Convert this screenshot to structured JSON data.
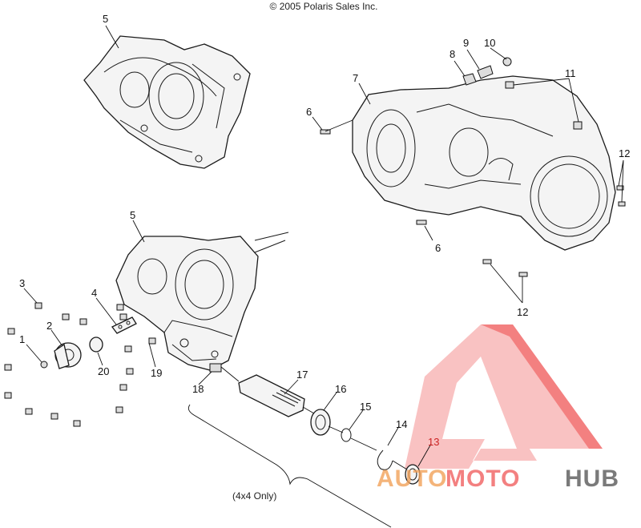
{
  "copyright": "© 2005 Polaris Sales Inc.",
  "note_4x4": "(4x4 Only)",
  "callouts": [
    {
      "id": "c5a",
      "text": "5"
    },
    {
      "id": "c5b",
      "text": "5"
    },
    {
      "id": "c7",
      "text": "7"
    },
    {
      "id": "c6a",
      "text": "6"
    },
    {
      "id": "c6b",
      "text": "6"
    },
    {
      "id": "c8",
      "text": "8"
    },
    {
      "id": "c9",
      "text": "9"
    },
    {
      "id": "c10",
      "text": "10"
    },
    {
      "id": "c11",
      "text": "11"
    },
    {
      "id": "c12a",
      "text": "12"
    },
    {
      "id": "c12b",
      "text": "12"
    },
    {
      "id": "c3",
      "text": "3"
    },
    {
      "id": "c4",
      "text": "4"
    },
    {
      "id": "c1",
      "text": "1"
    },
    {
      "id": "c2",
      "text": "2"
    },
    {
      "id": "c20",
      "text": "20"
    },
    {
      "id": "c19",
      "text": "19"
    },
    {
      "id": "c18",
      "text": "18"
    },
    {
      "id": "c17",
      "text": "17"
    },
    {
      "id": "c16",
      "text": "16"
    },
    {
      "id": "c15",
      "text": "15"
    },
    {
      "id": "c14",
      "text": "14"
    },
    {
      "id": "c13",
      "text": "13"
    }
  ],
  "watermark": {
    "part1": "AUTO",
    "part2": "MOTO",
    "part3": "HUB",
    "color_primary": "#f26b6b",
    "color_secondary": "#7a7a7a"
  }
}
